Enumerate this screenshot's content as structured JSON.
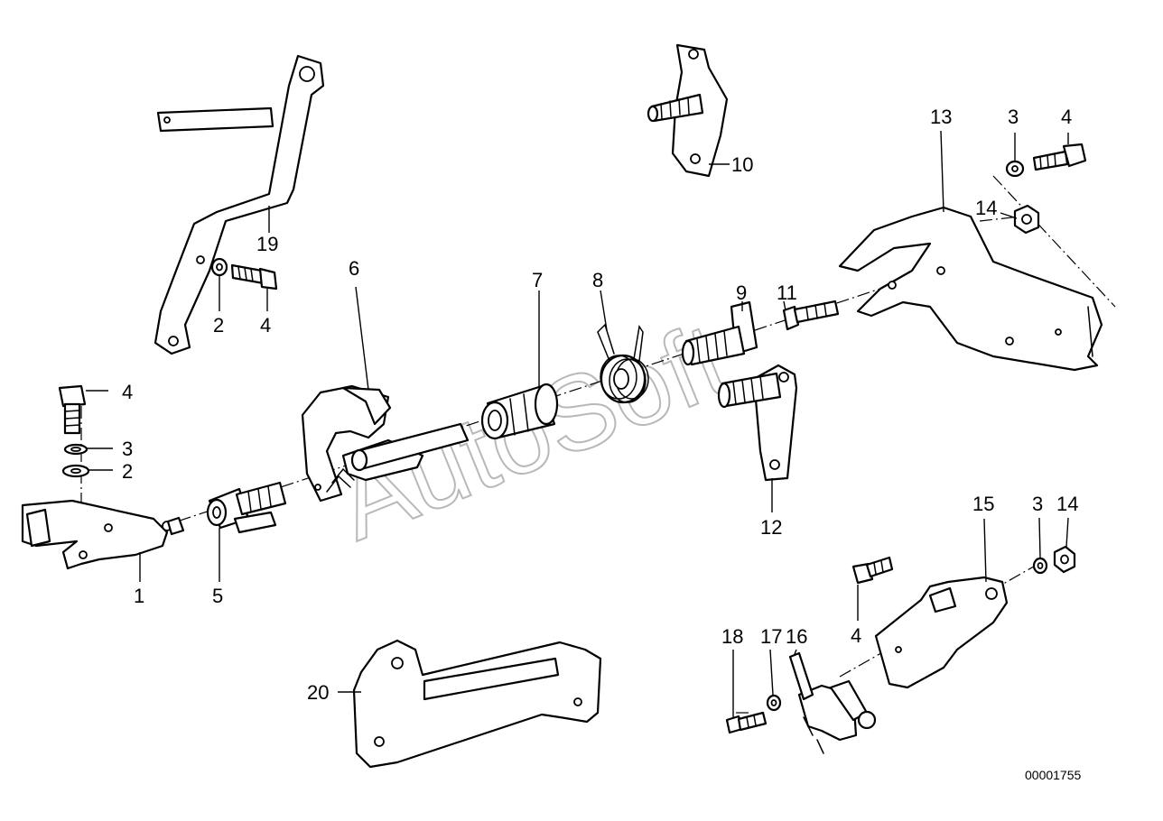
{
  "watermark": "AutoSoft",
  "drawing_number": "00001755",
  "callouts": [
    "1",
    "2",
    "3",
    "4",
    "5",
    "6",
    "7",
    "8",
    "9",
    "10",
    "11",
    "12",
    "13",
    "14",
    "15",
    "16",
    "17",
    "18",
    "19",
    "20"
  ]
}
